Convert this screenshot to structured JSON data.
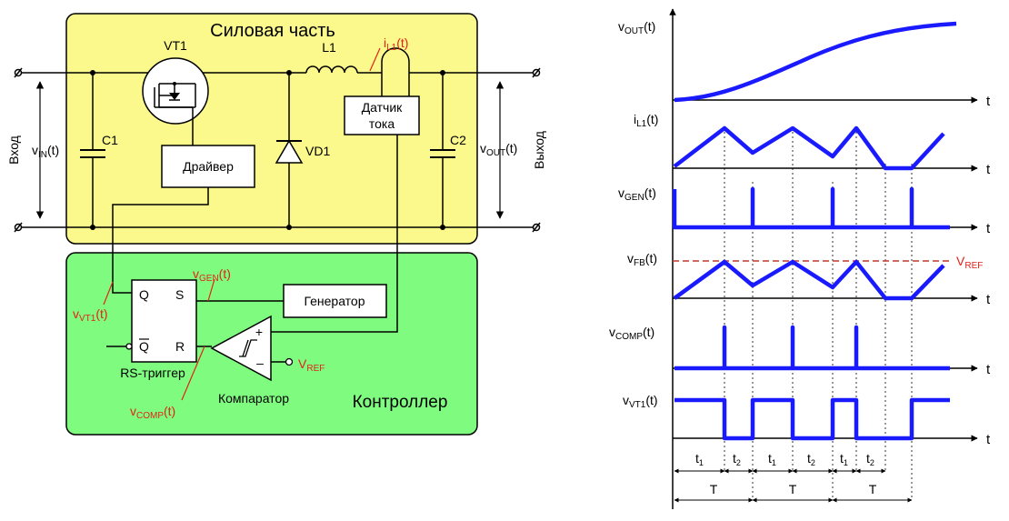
{
  "circuit": {
    "power_title": "Силовая часть",
    "controller_title": "Контроллер",
    "vt1": "VT1",
    "l1": "L1",
    "il1_base": "i",
    "il1_sub": "L1",
    "il1_tail": "(t)",
    "c1": "C1",
    "c2": "C2",
    "vd1": "VD1",
    "driver": "Драйвер",
    "sensor_line1": "Датчик",
    "sensor_line2": "тока",
    "generator": "Генератор",
    "rs_trigger": "RS-триггер",
    "comparator": "Компаратор",
    "q": "Q",
    "qbar": "Q",
    "s": "S",
    "r": "R",
    "plus": "+",
    "minus": "–",
    "input_label": "Вход",
    "output_label": "Выход",
    "vin_base": "v",
    "vin_sub": "IN",
    "vin_tail": "(t)",
    "vout_base": "v",
    "vout_sub": "OUT",
    "vout_tail": "(t)",
    "vgen_base": "v",
    "vgen_sub": "GEN",
    "vgen_tail": "(t)",
    "vvt1_base": "v",
    "vvt1_sub": "VT1",
    "vvt1_tail": "(t)",
    "vcomp_base": "v",
    "vcomp_sub": "COMP",
    "vcomp_tail": "(t)",
    "vref_base": "V",
    "vref_sub": "REF"
  },
  "timing": {
    "signals": [
      {
        "base": "v",
        "sub": "OUT",
        "tail": "(t)"
      },
      {
        "base": "i",
        "sub": "L1",
        "tail": "(t)"
      },
      {
        "base": "v",
        "sub": "GEN",
        "tail": "(t)"
      },
      {
        "base": "v",
        "sub": "FB",
        "tail": "(t)"
      },
      {
        "base": "v",
        "sub": "COMP",
        "tail": "(t)"
      },
      {
        "base": "v",
        "sub": "VT1",
        "tail": "(t)"
      }
    ],
    "axis_label": "t",
    "vref_base": "V",
    "vref_sub": "REF",
    "interval_labels": [
      {
        "base": "t",
        "sub": "1"
      },
      {
        "base": "t",
        "sub": "2"
      },
      {
        "base": "t",
        "sub": "1"
      },
      {
        "base": "t",
        "sub": "2"
      },
      {
        "base": "t",
        "sub": "1"
      },
      {
        "base": "t",
        "sub": "2"
      }
    ],
    "period_label": "T",
    "colors": {
      "signal": "#1a1aff",
      "annotation": "#e2231a",
      "power_block": "#fbf98c",
      "controller_block": "#7ffc7f"
    }
  }
}
